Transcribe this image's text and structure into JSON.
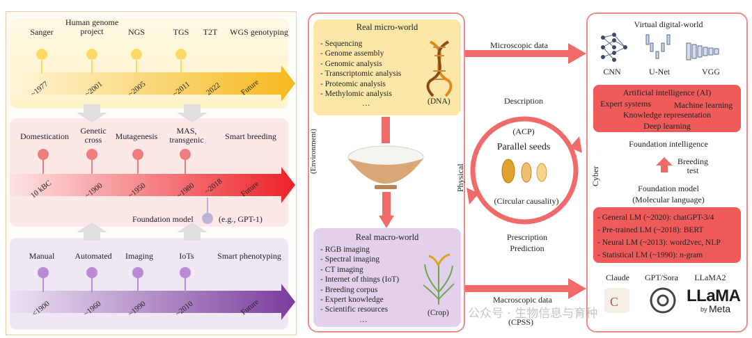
{
  "timeline_genotyping": {
    "milestones": [
      "Sanger",
      "Human genome project",
      "NGS",
      "TGS",
      "T2T",
      "WGS genotyping"
    ],
    "years": [
      "~1977",
      "~2001",
      "~2005",
      "~2011",
      "2022",
      "Future"
    ]
  },
  "timeline_breeding": {
    "milestones": [
      "Domestication",
      "Genetic cross",
      "Mutagenesis",
      "MAS, transgenic",
      "Smart breeding"
    ],
    "years": [
      "10 kBC",
      "~1900",
      "~1950",
      "~1980",
      "~2018",
      "Future"
    ],
    "foundation_label": "Foundation model",
    "foundation_example": "(e.g., GPT-1)"
  },
  "timeline_phenotyping": {
    "milestones": [
      "Manual",
      "Automated",
      "Imaging",
      "IoTs",
      "Smart phenotyping"
    ],
    "years": [
      "<1900",
      "~1960",
      "~1990",
      "~2010",
      "Future"
    ]
  },
  "physical": {
    "label": "Physical",
    "environment_label": "(Environment)",
    "micro_world": {
      "title": "Real micro-world",
      "items": [
        "- Sequencing",
        "- Genome assembly",
        "- Genomic analysis",
        "- Transcriptomic analysis",
        "- Proteomic analysis",
        "- Methylomic analysis",
        "…"
      ],
      "tag": "(DNA)"
    },
    "macro_world": {
      "title": "Real macro-world",
      "items": [
        "- RGB imaging",
        "- Spectral imaging",
        "- CT imaging",
        "- Internet of things (IoT)",
        "- Breeding corpus",
        "- Expert knowledge",
        "- Scientific resources",
        "…"
      ],
      "tag": "(Crop)"
    }
  },
  "center": {
    "microscopic_data": "Microscopic data",
    "macroscopic_data": "Macroscopic data",
    "cpss": "(CPSS)",
    "description": "Description",
    "acp": "(ACP)",
    "parallel_seeds": "Parallel seeds",
    "circular_causality": "(Circular causality)",
    "prescription": "Prescription",
    "prediction": "Prediction"
  },
  "cyber": {
    "label": "Cyber",
    "virtual_title": "Virtual digital-world",
    "networks": [
      "CNN",
      "U-Net",
      "VGG"
    ],
    "ai_box": {
      "title": "Artificial intelligence (AI)",
      "items": [
        "Expert systems",
        "Machine learning",
        "Knowledge representation",
        "Deep learning"
      ]
    },
    "foundation_intelligence": "Foundation intelligence",
    "breeding_test": "Breeding test",
    "foundation_model": "Foundation model",
    "molecular_language": "(Molecular language)",
    "lm_items": [
      "- General LM (~2020): chatGPT-3/4",
      "- Pre-trained LM (~2018): BERT",
      "- Neural LM (~2013): word2vec, NLP",
      "- Statistical LM (~1990): "
    ],
    "lm_italic": "n",
    "lm_suffix": "-gram",
    "models": [
      "Claude",
      "GPT/Sora",
      "LLaMA2"
    ],
    "llama_logo": "LLaMA",
    "by_meta": "by",
    "meta": "Meta"
  },
  "watermark": "公众号 · 生物信息与育种",
  "colors": {
    "yellow": "#f6b91c",
    "red": "#ec2127",
    "purple": "#7a3c9c",
    "salmon": "#f06a6a",
    "pink_border": "#ef8a8a"
  }
}
